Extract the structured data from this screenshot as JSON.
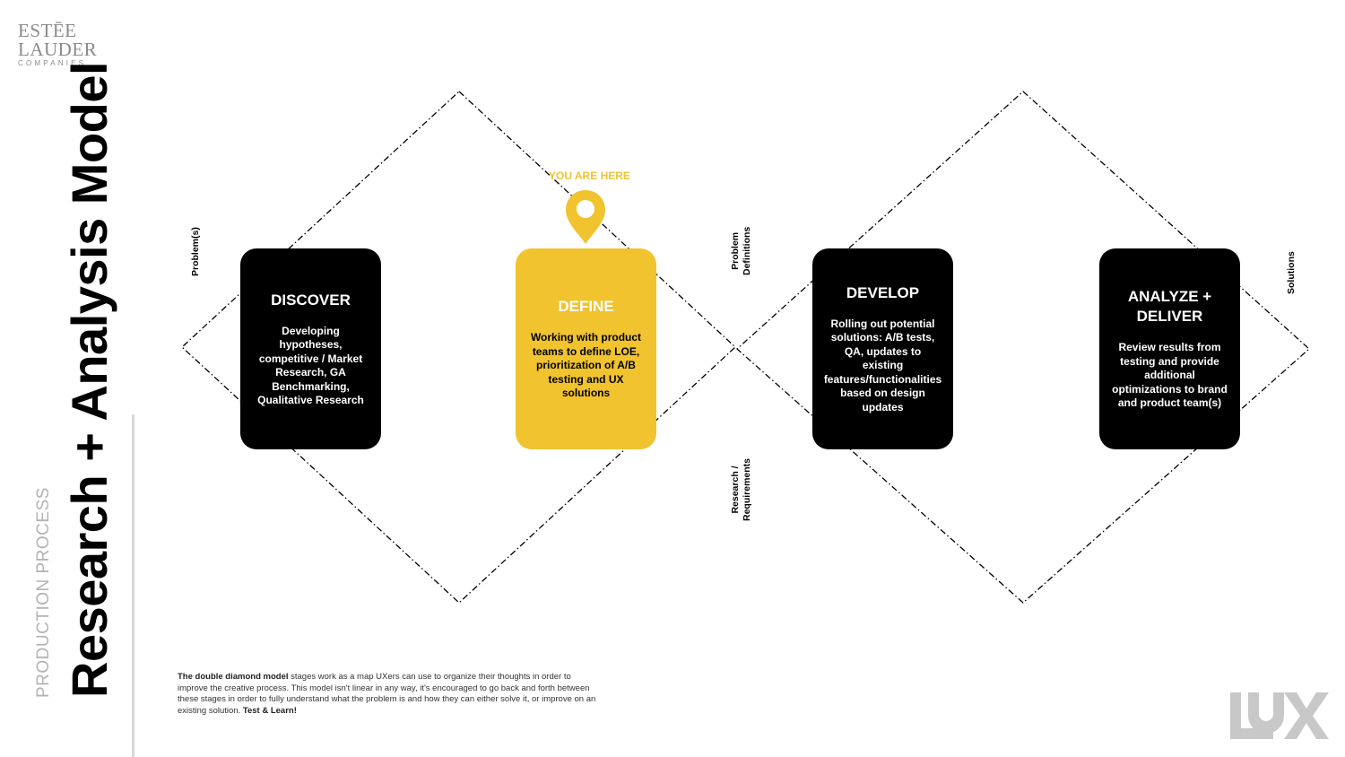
{
  "logo": {
    "line1": "ESTĒE",
    "line2": "LAUDER",
    "line3": "COMPANIES"
  },
  "title": "Research + Analysis Model",
  "subtitle": "PRODUCTION PROCESS",
  "marker": {
    "label": "YOU ARE HERE"
  },
  "labels": {
    "problems": "Problem(s)",
    "problem_definitions_1": "Problem",
    "problem_definitions_2": "Definitions",
    "research_requirements_1": "Research /",
    "research_requirements_2": "Requirements",
    "solutions": "Solutions"
  },
  "stages": [
    {
      "title": "DISCOVER",
      "desc": "Developing hypotheses, competitive / Market Research, GA Benchmarking, Qualitative Research"
    },
    {
      "title": "DEFINE",
      "desc": "Working with product teams to define LOE, prioritization of A/B testing and UX solutions"
    },
    {
      "title": "DEVELOP",
      "desc": "Rolling out potential solutions: A/B tests, QA, updates to existing features/functionalities based on design updates"
    },
    {
      "title": "ANALYZE + DELIVER",
      "desc": "Review results from testing and provide additional optimizations to brand and product team(s)"
    }
  ],
  "footer": {
    "bold_lead": "The double diamond model",
    "body": " stages work as a map UXers can use to organize their thoughts in order to improve the creative process. This model isn't linear in any way, it's encouraged to go back and forth between these stages in order to fully understand what the problem is and how they can either solve it, or improve on an existing solution. ",
    "bold_tail": "Test & Learn!"
  },
  "ux_logo": "UX",
  "colors": {
    "accent": "#f0c32f",
    "card": "#000000",
    "muted": "#b3b3b3"
  }
}
